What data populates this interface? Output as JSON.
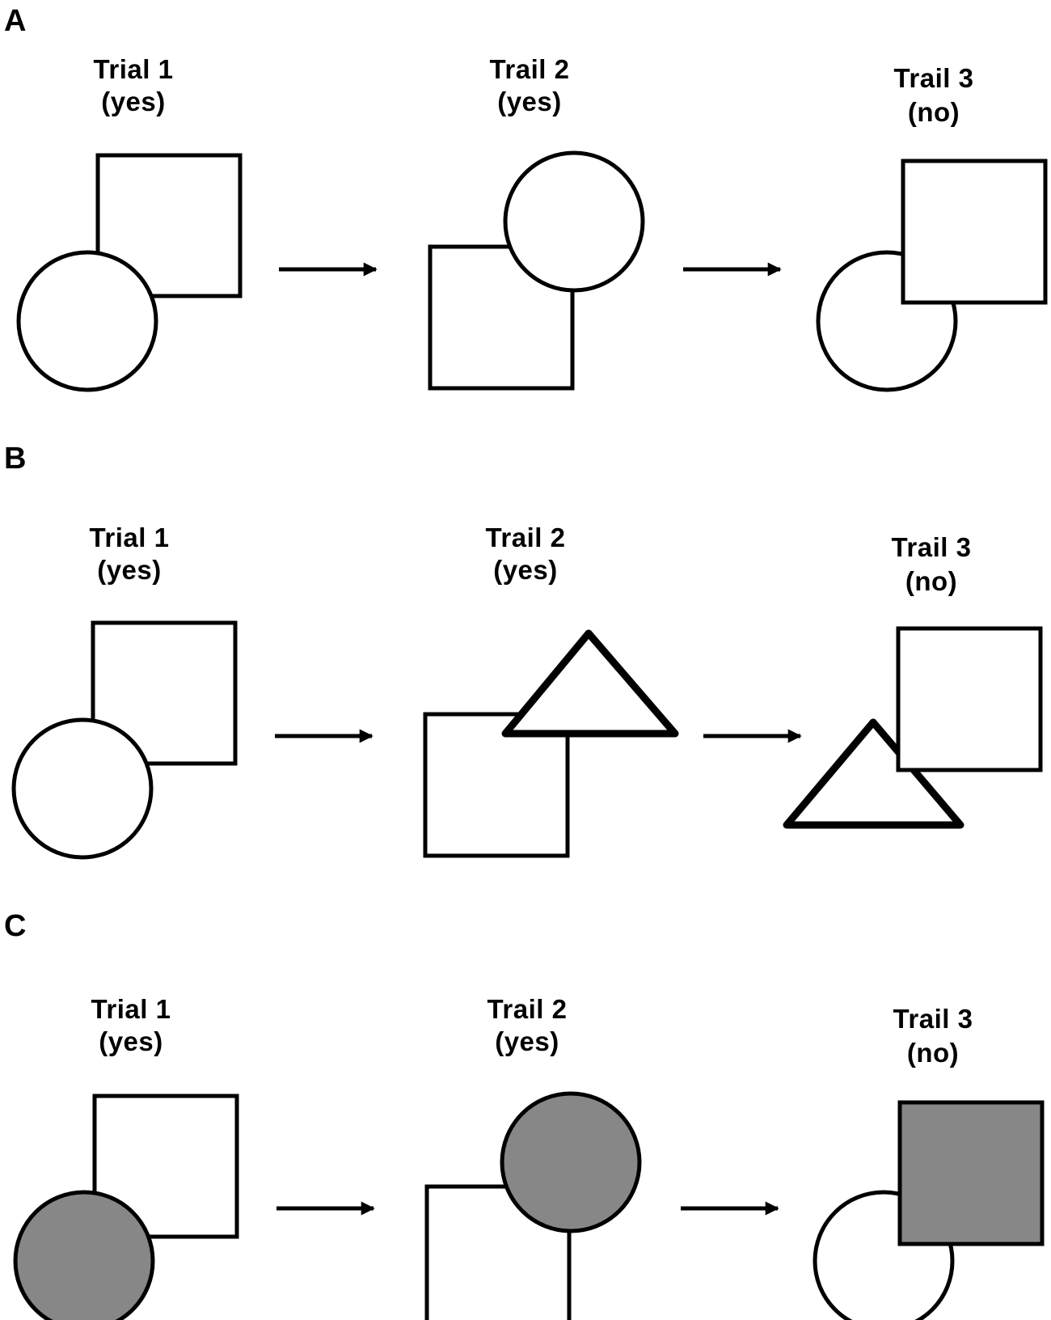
{
  "colors": {
    "outline": "#000000",
    "empty": "#ffffff",
    "highlight": "#878787"
  },
  "panels": [
    {
      "letter": "A",
      "trials": [
        {
          "name": "Trial 1",
          "answer": "(yes)"
        },
        {
          "name": "Trail 2",
          "answer": "(yes)"
        },
        {
          "name": "Trail 3",
          "answer": "(no)"
        }
      ]
    },
    {
      "letter": "B",
      "trials": [
        {
          "name": "Trial 1",
          "answer": "(yes)"
        },
        {
          "name": "Trail 2",
          "answer": "(yes)"
        },
        {
          "name": "Trail 3",
          "answer": "(no)"
        }
      ]
    },
    {
      "letter": "C",
      "trials": [
        {
          "name": "Trial 1",
          "answer": "(yes)"
        },
        {
          "name": "Trail 2",
          "answer": "(yes)"
        },
        {
          "name": "Trail 3",
          "answer": "(no)"
        }
      ]
    }
  ]
}
